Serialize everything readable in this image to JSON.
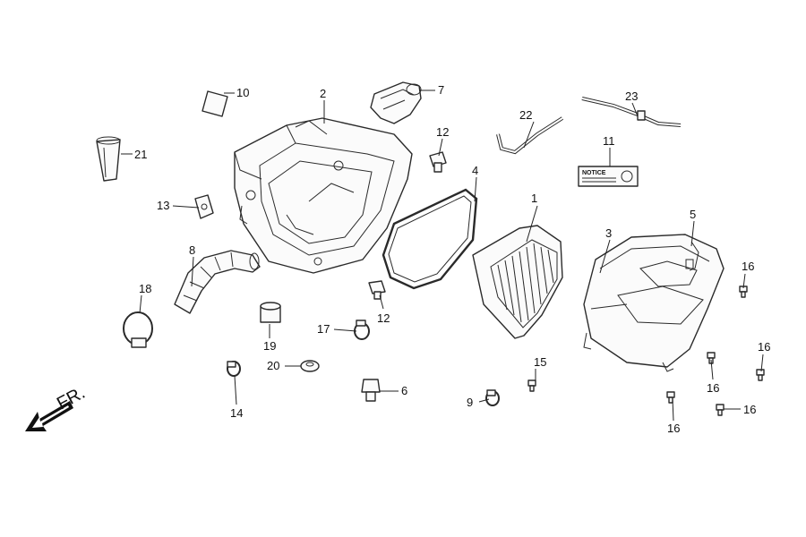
{
  "callouts": {
    "c1": "1",
    "c2": "2",
    "c3": "3",
    "c4": "4",
    "c5": "5",
    "c6": "6",
    "c7": "7",
    "c8": "8",
    "c9": "9",
    "c10": "10",
    "c11": "11",
    "c12a": "12",
    "c12b": "12",
    "c13": "13",
    "c14": "14",
    "c15": "15",
    "c16a": "16",
    "c16b": "16",
    "c16c": "16",
    "c16d": "16",
    "c16e": "16",
    "c17": "17",
    "c18": "18",
    "c19": "19",
    "c20": "20",
    "c21": "21",
    "c22": "22",
    "c23": "23"
  },
  "direction_label": "FR.",
  "notice_label": {
    "heading": "NOTICE"
  },
  "icons": {
    "front_arrow": "arrow-down-left-icon"
  }
}
